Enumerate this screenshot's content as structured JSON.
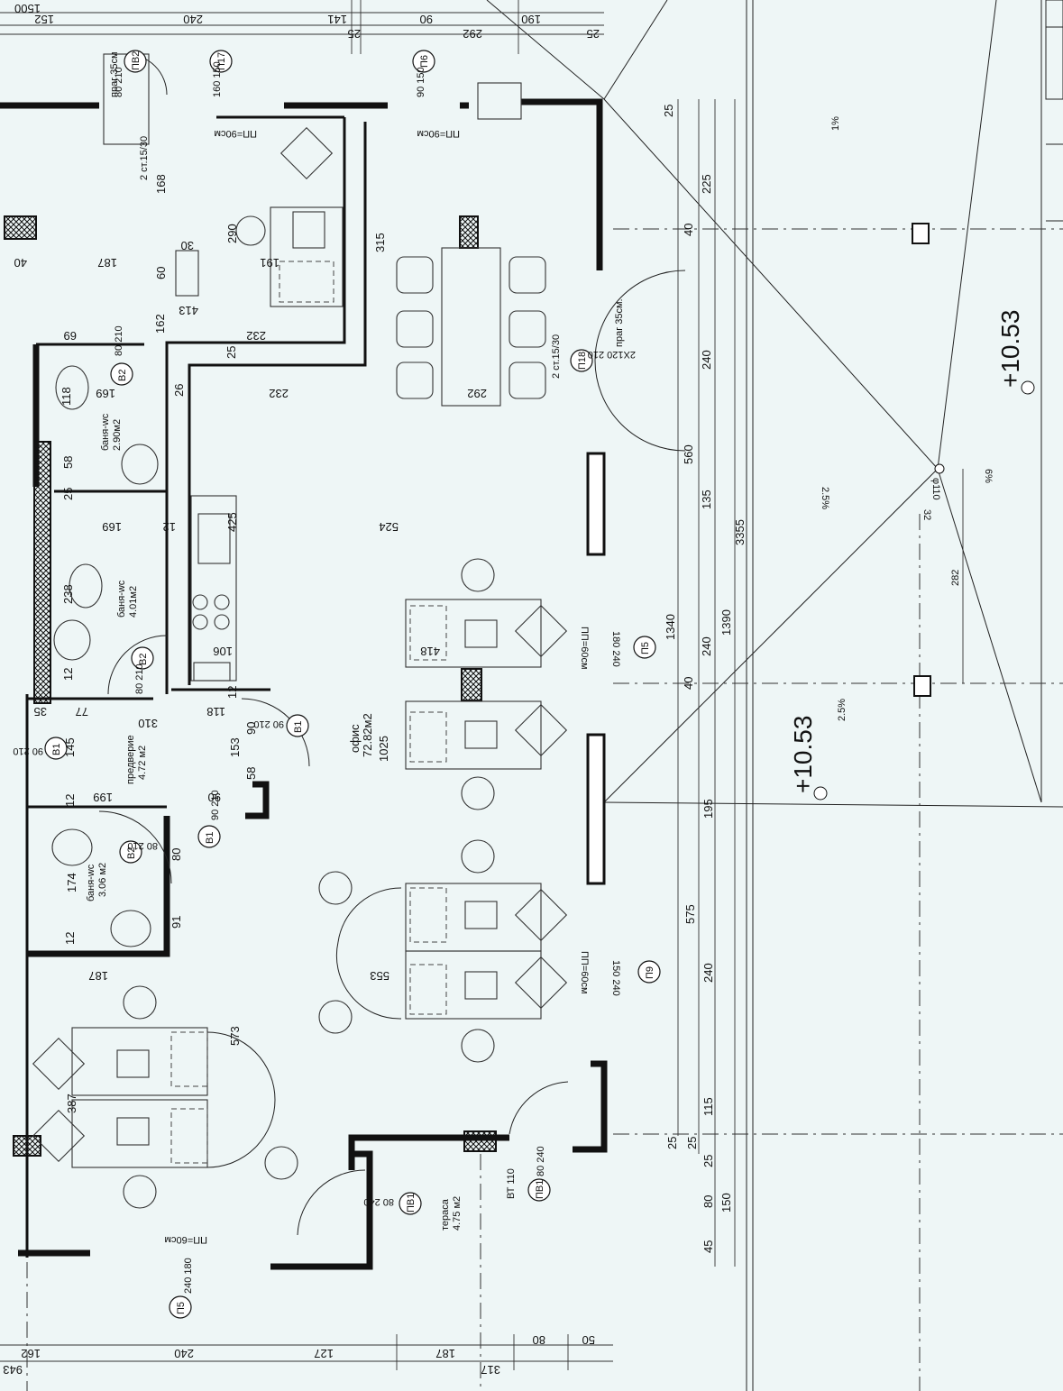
{
  "colors": {
    "paper": "#eef6f6",
    "ink": "#111111"
  },
  "levels": {
    "level_upper": "+10.53",
    "level_lower": "+10.53"
  },
  "slopes": {
    "slope_1": "1%",
    "slope_2": "2.5%",
    "slope_3": "6%",
    "slope_4": "2.5%"
  },
  "pipe": {
    "diameter": "φ110",
    "dim_32": "32",
    "dim_282": "282"
  },
  "rooms": {
    "office_name": "офис",
    "office_area": "72.82м2",
    "hall_name": "предверие",
    "hall_area": "4.72 м2",
    "bath1_name": "баня-wc",
    "bath1_area": "2.90м2",
    "bath2_name": "баня-wc",
    "bath2_area": "4.01м2",
    "bath3_name": "баня-wc",
    "bath3_area": "3.06 м2",
    "terrace_name": "тераса",
    "terrace_area": "4.75 м2"
  },
  "notes": {
    "sill_35": "праг 35см",
    "sill_35b": "праг 35см.",
    "step_1": "2 ст.15/30",
    "step_2": "2 ст.15/30",
    "pp90": "ПП=90см",
    "pp90b": "ПП=90см",
    "pp60": "ПП=60см",
    "pp60b": "ПП=60см",
    "pp60c": "ПП=60см",
    "vt110": "ВТ 110"
  },
  "tags": {
    "pv2": "ПВ2",
    "p17": "П17",
    "p6": "П6",
    "p18": "П18",
    "b2a": "В2",
    "b2b": "В2",
    "b2c": "В2",
    "b1a": "В1",
    "b1b": "В1",
    "b1c": "В1",
    "p5a": "П5",
    "p9": "П9",
    "pv1a": "ПВ1",
    "pv1b": "ПВ1",
    "p5b": "П5"
  },
  "top_dims": {
    "d1500": "1500",
    "d152": "152",
    "d240": "240",
    "d141": "141",
    "d25a": "25",
    "d90": "90",
    "d190": "190",
    "d292": "292",
    "d25b": "25"
  },
  "bottom_dims": {
    "d162": "162",
    "d240": "240",
    "d127": "127",
    "d187": "187",
    "d80": "80",
    "d50": "50",
    "d943": "943",
    "d317": "317"
  },
  "right_dims": {
    "d25a": "25",
    "d225": "225",
    "d40a": "40",
    "d240a": "240",
    "d560": "560",
    "d135": "135",
    "d3355": "3355",
    "d1340": "1340",
    "d1390": "1390",
    "d240b": "240",
    "d40b": "40",
    "d195": "195",
    "d575": "575",
    "d240c": "240",
    "d115": "115",
    "d25b": "25",
    "d25c": "25",
    "d25d": "25",
    "d80": "80",
    "d45": "45",
    "d150": "150"
  },
  "inner_dims": {
    "d315": "315",
    "d168": "168",
    "d60": "60",
    "d30": "30",
    "d413": "413",
    "d187": "187",
    "d40": "40",
    "d191": "191",
    "d290": "290",
    "d232a": "232",
    "d232b": "232",
    "d25": "25",
    "d26": "26",
    "d292": "292",
    "d162": "162",
    "d69": "69",
    "d118": "118",
    "d169a": "169",
    "d58a": "58",
    "d25b": "25",
    "d169b": "169",
    "d12a": "12",
    "d425": "425",
    "d524": "524",
    "d238": "238",
    "d12b": "12",
    "d106": "106",
    "d418": "418",
    "d35": "35",
    "d77": "77",
    "d118b": "118",
    "d12c": "12",
    "d310": "310",
    "d90a": "90",
    "d153": "153",
    "d58b": "58",
    "d145": "145",
    "d1025": "1025",
    "d12d": "12",
    "d199": "199",
    "d90b": "90",
    "d174": "174",
    "d80": "80",
    "d91": "91",
    "d12e": "12",
    "d187b": "187",
    "d553": "553",
    "d573": "573",
    "d387": "387"
  },
  "door_sizes": {
    "pv2": "80 210",
    "p17": "160 150",
    "p6": "90 150",
    "p18": "2Х120 210",
    "b2a": "80 210",
    "b2b": "80 210",
    "b2c": "80 210",
    "b1a": "90 210",
    "b1b": "90 210",
    "b1c": "90 210",
    "p5a": "180 240",
    "p9": "150 240",
    "pv1a": "80 240",
    "pv1b": "80 240",
    "p5b": "240 180"
  }
}
